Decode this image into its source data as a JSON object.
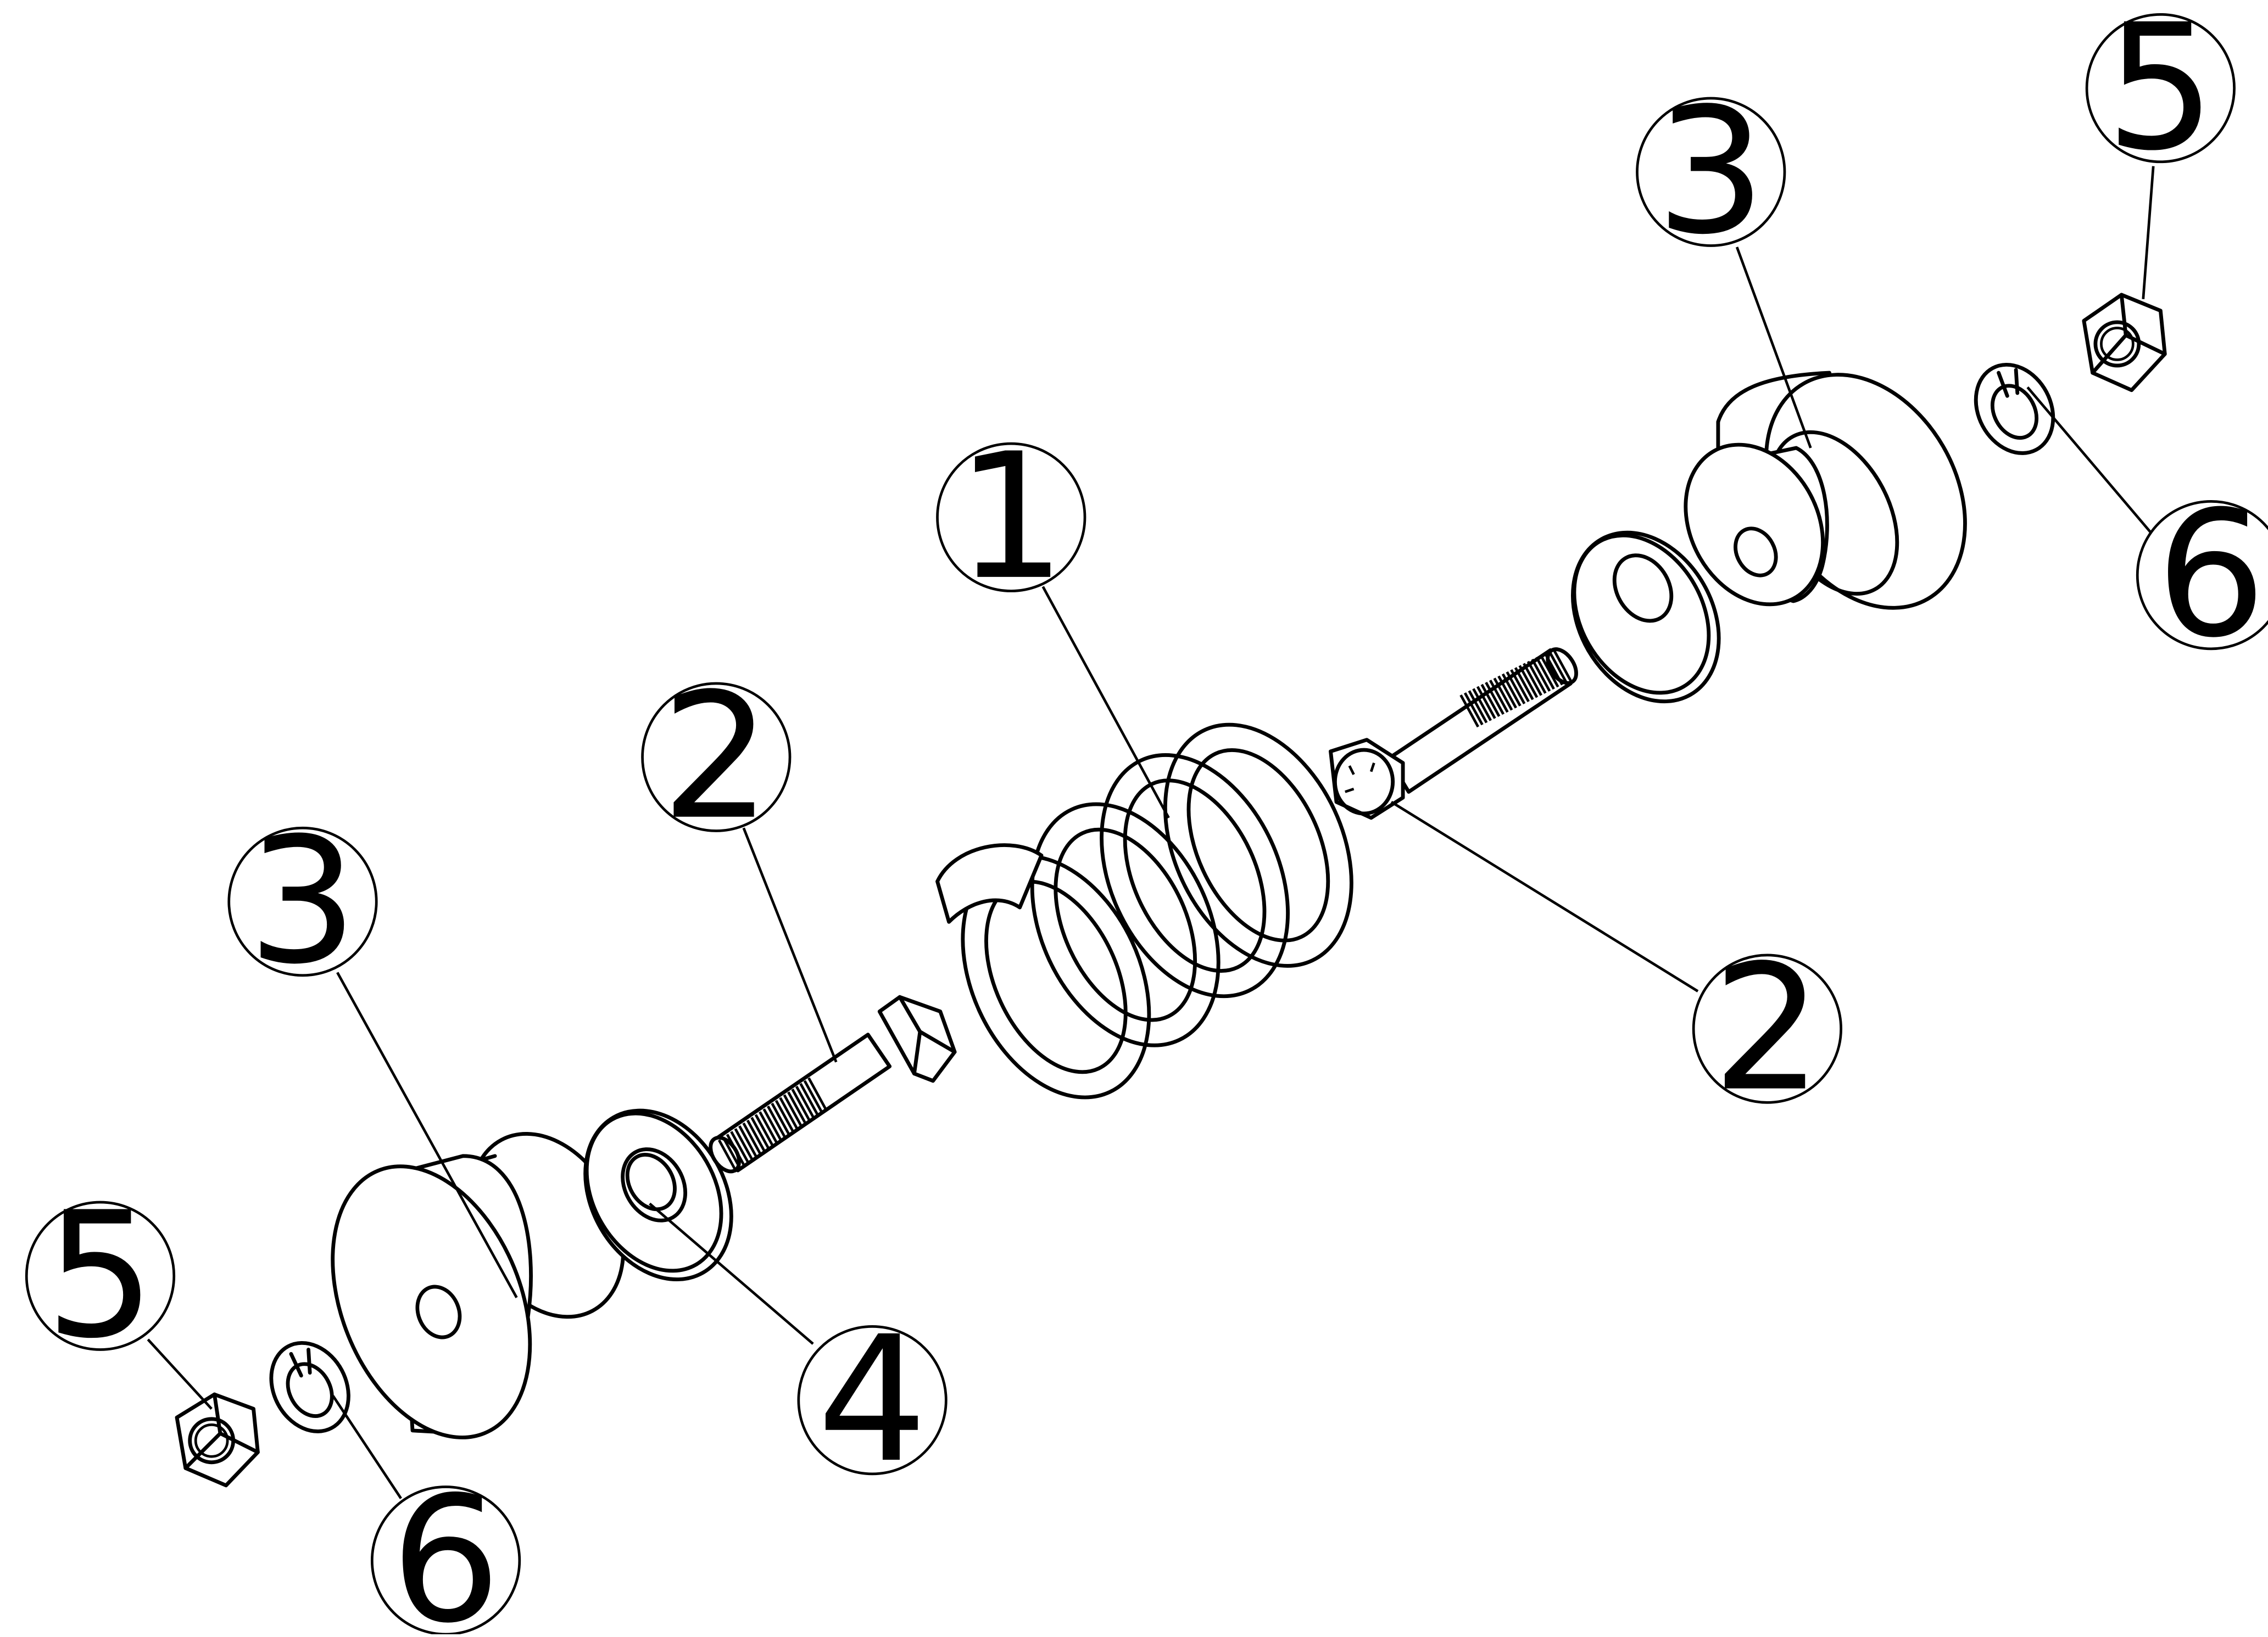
{
  "diagram": {
    "balloons": [
      {
        "id": "b1",
        "label": "1"
      },
      {
        "id": "b2a",
        "label": "2"
      },
      {
        "id": "b2b",
        "label": "2"
      },
      {
        "id": "b3a",
        "label": "3"
      },
      {
        "id": "b3b",
        "label": "3"
      },
      {
        "id": "b4",
        "label": "4"
      },
      {
        "id": "b5a",
        "label": "5"
      },
      {
        "id": "b5b",
        "label": "5"
      },
      {
        "id": "b6a",
        "label": "6"
      },
      {
        "id": "b6b",
        "label": "6"
      }
    ],
    "parts": [
      {
        "id": "coil-spring"
      },
      {
        "id": "hex-bolt-left"
      },
      {
        "id": "hex-bolt-right"
      },
      {
        "id": "rubber-mount-left"
      },
      {
        "id": "rubber-mount-right"
      },
      {
        "id": "flat-washer-left"
      },
      {
        "id": "flat-washer-right"
      },
      {
        "id": "hex-nut-left"
      },
      {
        "id": "hex-nut-right"
      },
      {
        "id": "lock-washer-left"
      },
      {
        "id": "lock-washer-right"
      }
    ],
    "colors": {
      "line": "#000000",
      "background": "#ffffff"
    }
  }
}
